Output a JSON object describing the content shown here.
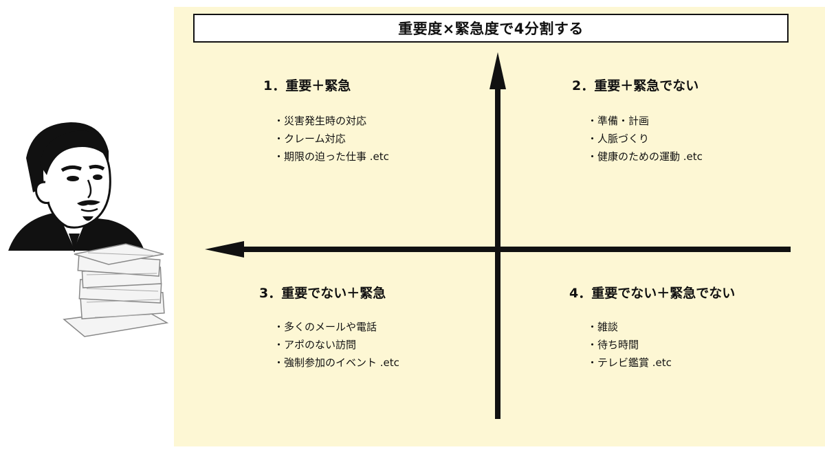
{
  "title": "重要度×緊急度で4分割する",
  "quadrants": [
    {
      "title": "1．重要＋緊急",
      "items": [
        "災害発生時の対応",
        "クレーム対応",
        "期限の迫った仕事 .etc"
      ]
    },
    {
      "title": "2．重要＋緊急でない",
      "items": [
        "準備・計画",
        "人脈づくり",
        "健康のための運動 .etc"
      ]
    },
    {
      "title": "3．重要でない＋緊急",
      "items": [
        "多くのメールや電話",
        "アポのない訪問",
        "強制参加のイベント .etc"
      ]
    },
    {
      "title": "4．重要でない＋緊急でない",
      "items": [
        "雑談",
        "待ち時間",
        "テレビ鑑賞 .etc"
      ]
    }
  ],
  "colors": {
    "panel": "#fdf7d4",
    "ink": "#111111"
  },
  "illustration": {
    "icon": "stressed-man-with-paper-stack"
  }
}
